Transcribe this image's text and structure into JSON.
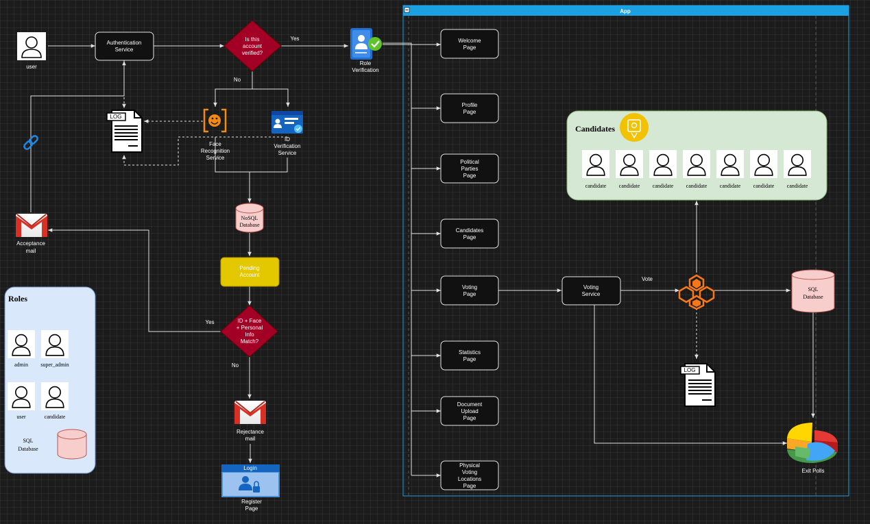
{
  "app": {
    "title": "App"
  },
  "nodes": {
    "user": "user",
    "auth": [
      "Authentication",
      "Service"
    ],
    "verified": [
      "Is this",
      "account",
      "verified?"
    ],
    "yes1": "Yes",
    "no1": "No",
    "role": [
      "Role",
      "Verification"
    ],
    "face": [
      "Face",
      "Recognition",
      "Service"
    ],
    "idver": [
      "ID",
      "Verification",
      "Service"
    ],
    "log": "LOG",
    "nosql": [
      "NoSQL",
      "Database"
    ],
    "pending": [
      "Pending",
      "Account"
    ],
    "match": [
      "ID + Face",
      "+ Personal",
      "Info",
      "Match?"
    ],
    "yes2": "Yes",
    "no2": "No",
    "accept": [
      "Acceptance",
      "mail"
    ],
    "reject": [
      "Rejectance",
      "mail"
    ],
    "login": "Login",
    "register": [
      "Register",
      "Page"
    ],
    "votingService": [
      "Voting",
      "Service"
    ],
    "vote": "Vote",
    "sql": [
      "SQL",
      "Database"
    ],
    "exitPolls": "Exit Polls"
  },
  "pages": [
    [
      "Welcome",
      "Page"
    ],
    [
      "Profile",
      "Page"
    ],
    [
      "Political",
      "Parties",
      "Page"
    ],
    [
      "Candidates",
      "Page"
    ],
    [
      "Voting",
      "Page"
    ],
    [
      "Statistics",
      "Page"
    ],
    [
      "Document",
      "Upload",
      "Page"
    ],
    [
      "Physical",
      "Voting",
      "Locations",
      "Page"
    ]
  ],
  "candidates": {
    "title": "Candidates",
    "items": [
      "candidate",
      "candidate",
      "candidate",
      "candidate",
      "candidate",
      "candidate",
      "candidate"
    ]
  },
  "roles": {
    "title": "Roles",
    "items": [
      "admin",
      "super_admin",
      "user",
      "candidate"
    ],
    "db": [
      "SQL",
      "Database"
    ]
  },
  "colors": {
    "decision": "#a20025",
    "pending": "#e3c800",
    "appHeader": "#1ba1e2",
    "rolesPanel": "#dae8fc",
    "candPanel": "#d5e8d4",
    "db": "#f8cecc",
    "db_stroke": "#b85450"
  },
  "icons": [
    "user-icon",
    "log-file-icon",
    "face-recognition-icon",
    "id-card-icon",
    "role-verification-icon",
    "link-icon",
    "gmail-icon",
    "login-page-icon",
    "blockchain-icon",
    "certificate-icon",
    "pie-chart-icon"
  ]
}
